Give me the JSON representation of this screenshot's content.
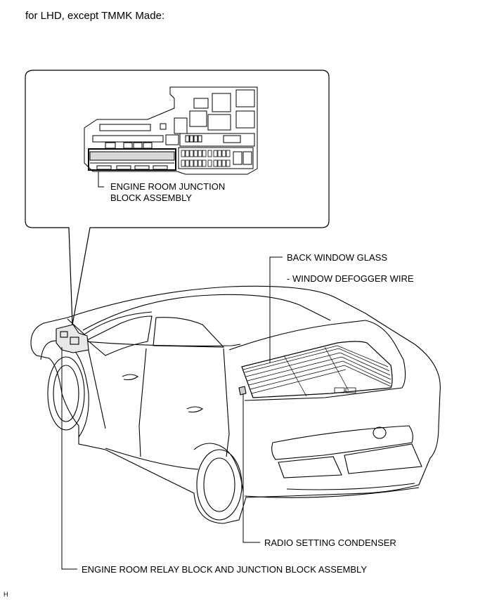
{
  "header": {
    "title": "for LHD, except TMMK Made:"
  },
  "callout": {
    "junction_block_line1": "ENGINE ROOM JUNCTION",
    "junction_block_line2": "BLOCK ASSEMBLY"
  },
  "labels": {
    "back_window_glass": "BACK WINDOW GLASS",
    "defogger_wire": "-  WINDOW DEFOGGER WIRE",
    "radio_setting_condenser": "RADIO SETTING CONDENSER",
    "relay_block": "ENGINE ROOM RELAY BLOCK AND JUNCTION BLOCK ASSEMBLY"
  },
  "footer": {
    "ref": "H"
  }
}
